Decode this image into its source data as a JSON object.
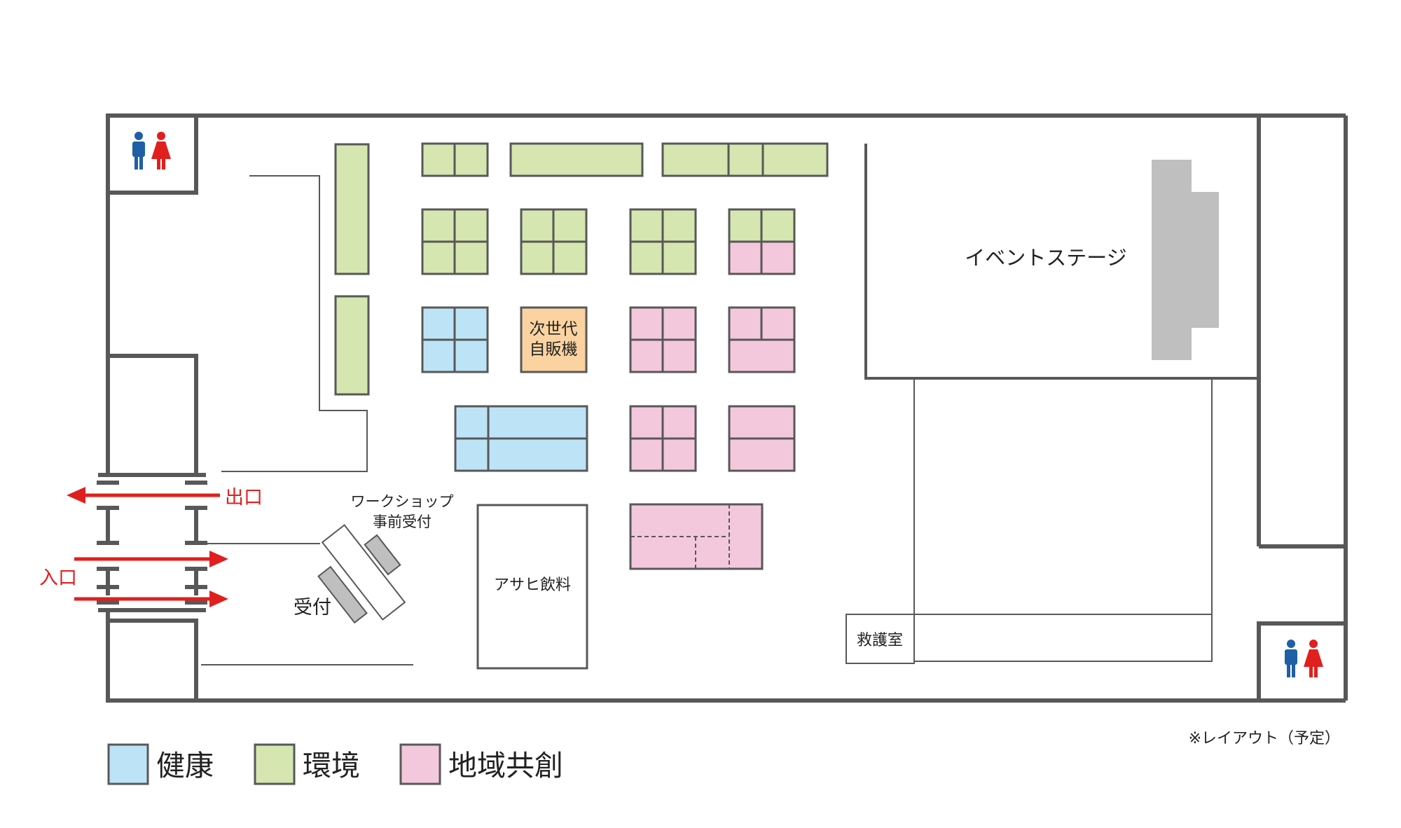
{
  "colors": {
    "health": "#bde3f7",
    "environment": "#d5e6b0",
    "community": "#f4c8dc",
    "next_gen": "#fad3a0",
    "wall": "#585858",
    "line": "#585858",
    "arrow": "#e0201e",
    "stage_fill": "#bfbfbf",
    "toilet_male": "#1f5fa6",
    "toilet_female": "#e0201e",
    "text": "#222222"
  },
  "labels": {
    "event_stage": "イベントステージ",
    "next_gen_line1": "次世代",
    "next_gen_line2": "自販機",
    "asahi": "アサヒ飲料",
    "first_aid": "救護室",
    "workshop_line1": "ワークショップ",
    "workshop_line2": "事前受付",
    "reception": "受付",
    "exit": "出口",
    "entrance": "入口",
    "layout_note": "※レイアウト（予定）"
  },
  "legend": [
    {
      "key": "health",
      "label": "健康"
    },
    {
      "key": "environment",
      "label": "環境"
    },
    {
      "key": "community",
      "label": "地域共創"
    }
  ],
  "icons": {
    "toilet_top_left": "restroom-icon",
    "toilet_bottom_right": "restroom-icon"
  }
}
